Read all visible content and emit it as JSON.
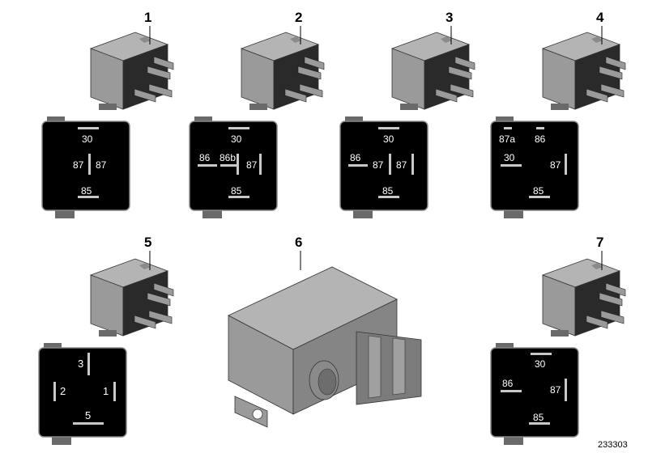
{
  "diagram_number": "233303",
  "items": [
    {
      "callout": "1",
      "pins": [
        "30",
        "87",
        "87",
        "85"
      ]
    },
    {
      "callout": "2",
      "pins": [
        "30",
        "86",
        "86b",
        "87",
        "85"
      ]
    },
    {
      "callout": "3",
      "pins": [
        "30",
        "86",
        "87",
        "87",
        "85"
      ]
    },
    {
      "callout": "4",
      "pins": [
        "87a",
        "86",
        "30",
        "87",
        "85"
      ]
    },
    {
      "callout": "5",
      "pins": [
        "3",
        "2",
        "1",
        "5"
      ]
    },
    {
      "callout": "6",
      "pins": []
    },
    {
      "callout": "7",
      "pins": [
        "30",
        "86",
        "87",
        "85"
      ]
    }
  ],
  "colors": {
    "relay_body": "#9a9a9a",
    "relay_shadow": "#7b7b7b",
    "pin_face": "#000000",
    "pin_mark": "#c8c8c8"
  }
}
